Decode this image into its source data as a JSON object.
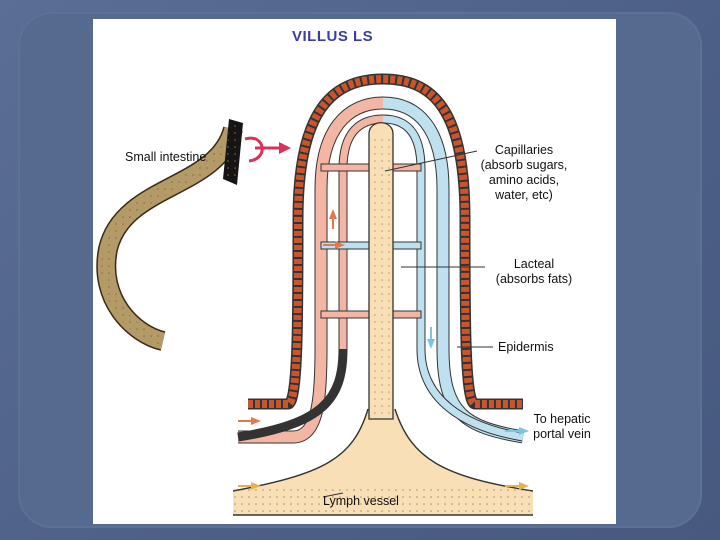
{
  "diagram": {
    "title": "VILLUS LS",
    "labels": {
      "small_intestine": "Small intestine",
      "capillaries_line1": "Capillaries",
      "capillaries_line2": "(absorb sugars,",
      "capillaries_line3": "amino acids,",
      "capillaries_line4": "water, etc)",
      "lacteal_line1": "Lacteal",
      "lacteal_line2": "(absorbs fats)",
      "epidermis": "Epidermis",
      "hepatic_line1": "To hepatic",
      "hepatic_line2": "portal vein",
      "lymph_vessel": "Lymph vessel"
    },
    "colors": {
      "slide_background": "#4e6189",
      "panel": "#ffffff",
      "title": "#3b3ea0",
      "epithelium": "#c8552d",
      "arterial_capillary": "#f4b6a4",
      "venous_capillary": "#bfe1ef",
      "lacteal": "#f8dfb6",
      "intestine": "#b49a67",
      "arrow_red": "#d9335a",
      "arrow_orange": "#e07a4a",
      "arrow_blue": "#7cc4e4",
      "arrow_yellow": "#e8b24a"
    }
  }
}
